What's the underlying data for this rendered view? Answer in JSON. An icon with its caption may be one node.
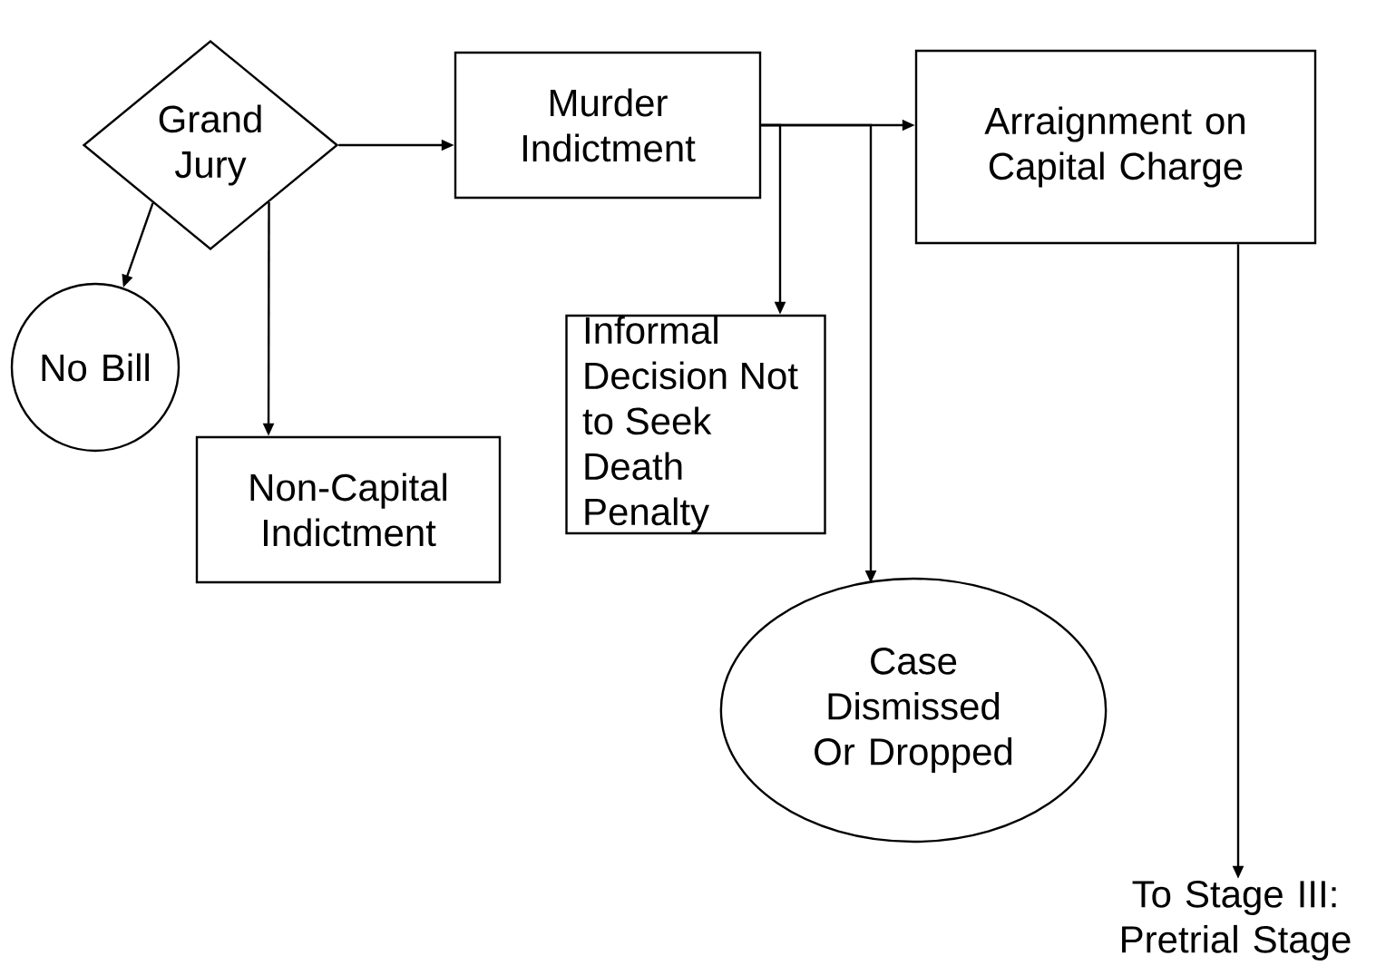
{
  "diagram": {
    "nodes": [
      {
        "text": [
          "Grand Jury"
        ]
      },
      {
        "text": [
          "Murder Indictment"
        ]
      },
      {
        "text": [
          "Arraignment on Capital Charge"
        ]
      },
      {
        "text": [
          "No Bill"
        ]
      },
      {
        "text": [
          "Non-Capital Indictment"
        ]
      },
      {
        "text": [
          "Informal Decision Not to Seek Death Penalty"
        ]
      },
      {
        "text": [
          "Case Dismissed Or Dropped"
        ]
      },
      {
        "text": [
          "To Stage III: Pretrial Stage"
        ]
      }
    ],
    "edges": [
      {
        "from": 0,
        "to": 1,
        "arrow": "to"
      },
      {
        "from": 0,
        "to": 3,
        "arrow": "to"
      },
      {
        "from": 0,
        "to": 4,
        "arrow": "to"
      },
      {
        "from": 1,
        "to": 2,
        "arrow": "to"
      },
      {
        "from": 1,
        "to": 5,
        "arrow": "to"
      },
      {
        "from": 1,
        "to": 6,
        "arrow": "to"
      },
      {
        "from": 2,
        "to": 7,
        "arrow": "to"
      }
    ]
  }
}
